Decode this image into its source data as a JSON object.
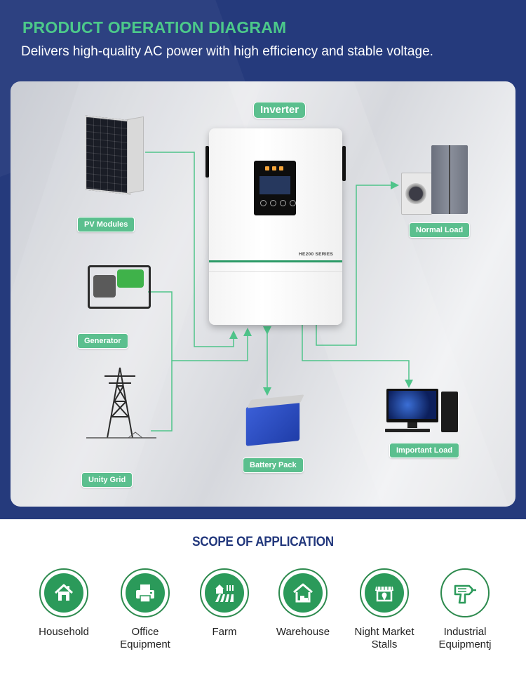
{
  "header": {
    "title": "PRODUCT OPERATION DIAGRAM",
    "subtitle": "Delivers high-quality AC power with high efficiency and stable voltage."
  },
  "diagram": {
    "inverter_label": "Inverter",
    "inverter_series": "HE200 SERIES",
    "pv_label": "PV Modules",
    "generator_label": "Generator",
    "grid_label": "Unity Grid",
    "battery_label": "Battery Pack",
    "normal_load_label": "Normal Load",
    "important_load_label": "Important Load"
  },
  "colors": {
    "header_bg": "#253a7c",
    "accent_green": "#4cc98a",
    "pill_green": "#5bbf8e",
    "line_green": "#4fc48a",
    "icon_green": "#2b9a5a",
    "scope_title": "#22377c"
  },
  "scope": {
    "title": "SCOPE OF APPLICATION",
    "items": [
      {
        "label_1": "Household",
        "label_2": "",
        "icon": "house-icon"
      },
      {
        "label_1": "Office",
        "label_2": "Equipment",
        "icon": "printer-icon"
      },
      {
        "label_1": "Farm",
        "label_2": "",
        "icon": "farm-icon"
      },
      {
        "label_1": "Warehouse",
        "label_2": "",
        "icon": "warehouse-icon"
      },
      {
        "label_1": "Night Market",
        "label_2": "Stalls",
        "icon": "market-stall-icon"
      },
      {
        "label_1": "Industrial",
        "label_2": "Equipmentj",
        "icon": "drill-icon"
      }
    ]
  }
}
